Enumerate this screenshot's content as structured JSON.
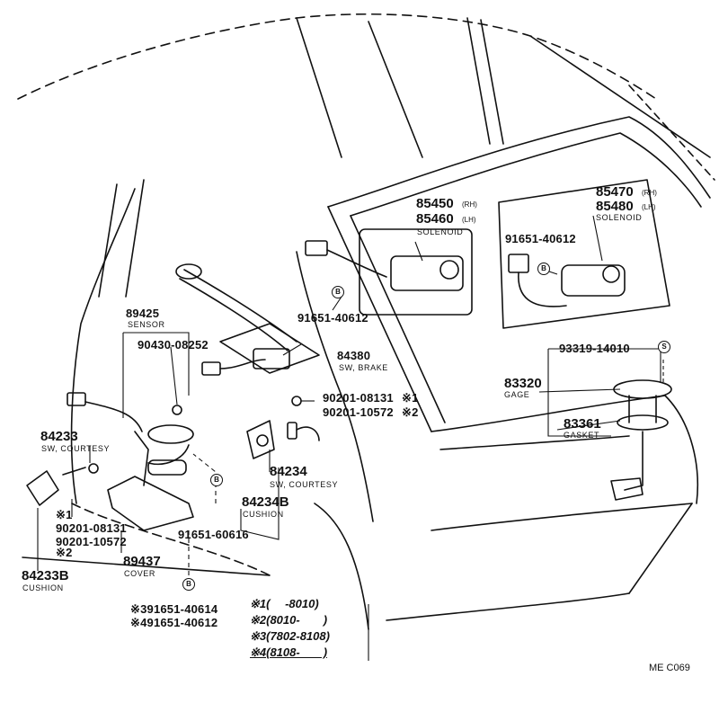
{
  "labels": {
    "p89425": "89425",
    "sensor": "SENSOR",
    "p90430": "90430-08252",
    "p84380": "84380",
    "sw_brake": "SW, BRAKE",
    "p91651_top": "91651-40612",
    "p85450": "85450",
    "rh1": "(RH)",
    "p85460": "85460",
    "lh1": "(LH)",
    "solenoid1": "SOLENOID",
    "p85470": "85470",
    "rh2": "(RH)",
    "p85480": "85480",
    "lh2": "(LH)",
    "solenoid2": "SOLENOID",
    "p91651_right": "91651-40612",
    "p93319": "93319-14010",
    "p83320": "83320",
    "gage": "GAGE",
    "p83361": "83361",
    "gasket": "GASKET",
    "p90201_a": "90201-08131",
    "mark1": "※1",
    "p90201_b": "90201-10572",
    "mark2": "※2",
    "p84234": "84234",
    "sw_courtesy_r": "SW, COURTESY",
    "p84234b": "84234B",
    "cushion_r": "CUSHION",
    "p84233": "84233",
    "sw_courtesy_l": "SW, COURTESY",
    "mark1_l": "※1",
    "p90201_c": "90201-08131",
    "p90201_d": "90201-10572",
    "mark2_l": "※2",
    "p89437": "89437",
    "cover": "COVER",
    "p91651_60616": "91651-60616",
    "p84233b": "84233B",
    "cushion_l": "CUSHION",
    "note3": "※391651-40614",
    "note4": "※491651-40612",
    "legend1": "※1(　 -8010)",
    "legend2": "※2(8010-　　)",
    "legend3": "※3(7802-8108)",
    "legend4": "※4(8108-　　)",
    "code": "ME  C069",
    "b_mark": "B",
    "s_mark": "S"
  }
}
